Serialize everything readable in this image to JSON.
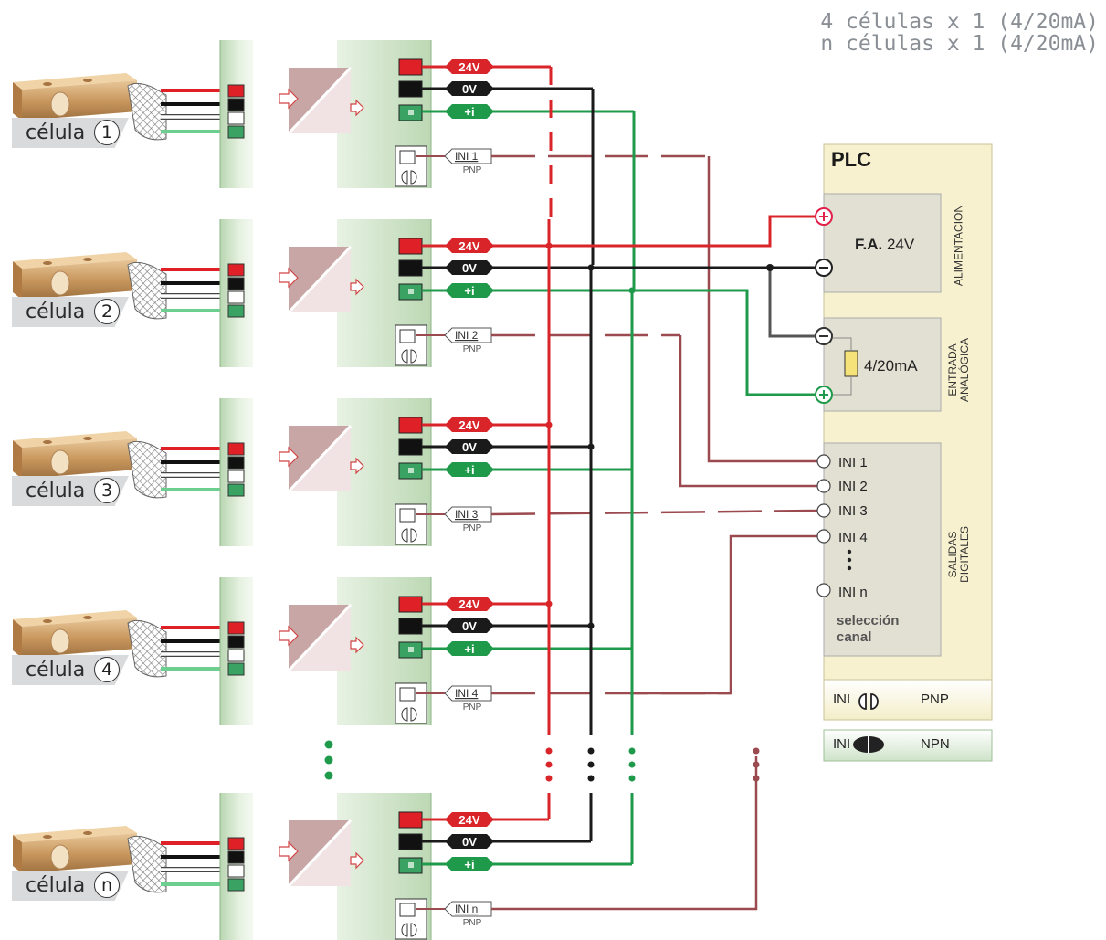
{
  "title_lines": [
    "4 células x 1 (4/20mA)",
    "n células x 1 (4/20mA)"
  ],
  "cells": [
    {
      "label": "célula",
      "num": "1",
      "ini": "INI 1"
    },
    {
      "label": "célula",
      "num": "2",
      "ini": "INI 2"
    },
    {
      "label": "célula",
      "num": "3",
      "ini": "INI 3"
    },
    {
      "label": "célula",
      "num": "4",
      "ini": "INI 4"
    },
    {
      "label": "célula",
      "num": "n",
      "ini": "INI n"
    }
  ],
  "wire_labels": {
    "v24": "24V",
    "v0": "0V",
    "pi": "+i",
    "pnp": "PNP"
  },
  "plc": {
    "title": "PLC",
    "fa_bold": "F.A.",
    "fa_value": "24V",
    "alimentacion": "ALIMENTACIÓN",
    "entrada_line1": "ENTRADA",
    "entrada_line2": "ANALÓGICA",
    "analog_value": "4/20mA",
    "salidas_line1": "SALIDAS",
    "salidas_line2": "DIGITALES",
    "inputs": [
      "INI 1",
      "INI 2",
      "INI 3",
      "INI 4",
      "INI n"
    ],
    "seleccion_line1": "selección",
    "seleccion_line2": "canal",
    "legend_pnp_ini": "INI",
    "legend_pnp": "PNP",
    "legend_npn_ini": "INI",
    "legend_npn": "NPN"
  },
  "colors": {
    "red": "#d9252a",
    "black": "#1a1a1a",
    "green": "#1f9a4b",
    "maroon": "#9b4a4f",
    "panel": "#f7f1cf",
    "module": "#cfe3c9"
  }
}
